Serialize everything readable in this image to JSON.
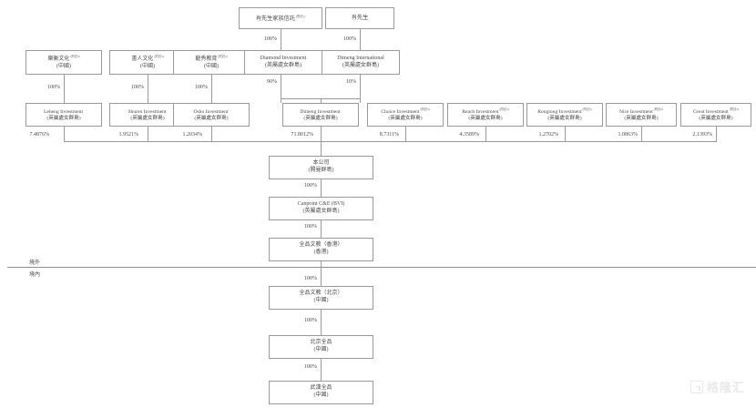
{
  "diagram": {
    "title": "Corporate shareholding structure chart",
    "note_marker": "(附註2)",
    "jurisdictions": {
      "china": "(中國)",
      "bvi": "(英屬處女群島)",
      "cayman": "(開曼群島)",
      "hongkong": "(香港)"
    },
    "boundary": {
      "offshore_label": "境外",
      "onshore_label": "境內"
    },
    "tier1": [
      {
        "id": "family-trust",
        "name": "肖先生家族信託",
        "note": "(附註1)",
        "sub": "",
        "pct_out": "100%"
      },
      {
        "id": "mr-xiao",
        "name": "肖先生",
        "note": "",
        "sub": "",
        "pct_out": "100%"
      }
    ],
    "tier2_left": [
      {
        "id": "leheng-culture",
        "name": "樂衡文化",
        "note": "(附註2)",
        "sub": "(中國)",
        "pct_out": "100%"
      },
      {
        "id": "shuren-culture",
        "name": "書人文化",
        "note": "(附註2)",
        "sub": "(中國)",
        "pct_out": "100%"
      },
      {
        "id": "longxiu-edu",
        "name": "龍秀教育",
        "note": "(附註2)",
        "sub": "(中國)",
        "pct_out": "100%"
      }
    ],
    "tier2_mid": [
      {
        "id": "diamond-investment",
        "name": "Diamond Investment",
        "note": "",
        "sub": "(英屬處女群島)",
        "pct_out": "90%"
      },
      {
        "id": "dimeng-international",
        "name": "Dimeng International",
        "note": "",
        "sub": "(英屬處女群島)",
        "pct_out": "10%"
      }
    ],
    "tier3": [
      {
        "id": "leheng-investment",
        "name": "Leheng Investment",
        "note": "",
        "sub": "(英屬處女群島)",
        "pct": "7.4876%"
      },
      {
        "id": "shuren-investment",
        "name": "Shuren Investment",
        "note": "",
        "sub": "(英屬處女群島)",
        "pct": "1.9521%"
      },
      {
        "id": "osho-investment",
        "name": "Osho Investment",
        "note": "",
        "sub": "(英屬處女群島)",
        "pct": "1.2034%"
      },
      {
        "id": "dimeng-investment",
        "name": "Dimeng Investment",
        "note": "",
        "sub": "(英屬處女群島)",
        "pct": "71.8012%"
      },
      {
        "id": "choice-investment",
        "name": "Choice Investment",
        "note": "(附註3)",
        "sub": "(英屬處女群島)",
        "pct": "8.7311%"
      },
      {
        "id": "reach-investment",
        "name": "Reach Investment",
        "note": "(附註3)",
        "sub": "(英屬處女群島)",
        "pct": "4.3589%"
      },
      {
        "id": "rongtong-investment",
        "name": "Rongtong Investment",
        "note": "(附註3)",
        "sub": "(英屬處女群島)",
        "pct": "1.2702%"
      },
      {
        "id": "nice-investment",
        "name": "Nice Investment",
        "note": "(附註3)",
        "sub": "(英屬處女群島)",
        "pct": "1.0863%"
      },
      {
        "id": "great-investment",
        "name": "Great Investment",
        "note": "(附註3)",
        "sub": "(英屬處女群島)",
        "pct": "2.1393%"
      }
    ],
    "spine": [
      {
        "id": "company",
        "name": "本公司",
        "sub": "(開曼群島)",
        "pct_out": "100%"
      },
      {
        "id": "canpoint-bvi",
        "name": "Canpoint C&E (BVI)",
        "sub": "(英屬處女群島)",
        "pct_out": "100%"
      },
      {
        "id": "quanpin-hk",
        "name": "全品文教（香港）",
        "sub": "(香港)",
        "pct_out": "100%"
      },
      {
        "id": "quanpin-beijing",
        "name": "全品文教（北京）",
        "sub": "(中國)",
        "pct_out": "100%"
      },
      {
        "id": "beijing-quanpin",
        "name": "北京全品",
        "sub": "(中國)",
        "pct_out": "100%"
      },
      {
        "id": "wuhan-quanpin",
        "name": "武漢全品",
        "sub": "(中國)",
        "pct_out": ""
      }
    ],
    "watermark": {
      "text": "格隆汇"
    }
  }
}
